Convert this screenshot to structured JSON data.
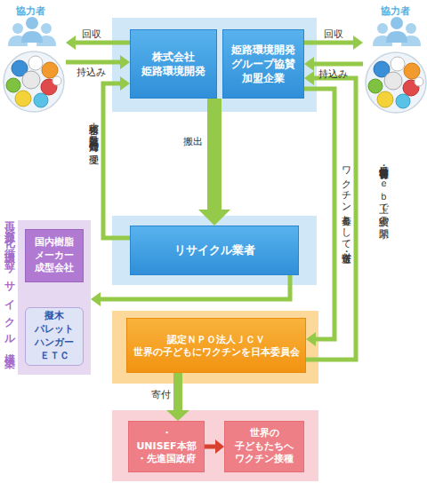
{
  "diagram": {
    "nodes": [
      {
        "text": [
          "協力者"
        ]
      },
      {
        "text": [
          "株式会社 姫路環境開発"
        ]
      },
      {
        "text": [
          "姫路環境開発 グループ協賛 加盟企業"
        ]
      },
      {
        "text": [
          "協力者"
        ]
      },
      {
        "text": [
          "リサイクル業者"
        ]
      },
      {
        "text": [
          "再資源化・循環型リサイクル構築"
        ]
      },
      {
        "text": [
          "国内樹脂 メーカー 成型会社"
        ],
        "in": 5
      },
      {
        "text": [
          "擬木 パレット ハンガー ＥＴＣ"
        ],
        "in": 5
      },
      {
        "text": [
          "認定ＮＰＯ法人ＪＣＶ 世界の子どもにワクチンを日本委員会"
        ]
      },
      {
        "text": [
          "・UNISEF本部 ・先進国政府"
        ]
      },
      {
        "text": [
          "世界の 子どもたちへ ワクチン接種"
        ]
      }
    ],
    "edges": [
      {
        "from": 1,
        "to": 0,
        "label": "回収",
        "arrow": "to"
      },
      {
        "from": 0,
        "to": 1,
        "label": "持込み",
        "arrow": "to"
      },
      {
        "from": 2,
        "to": 3,
        "label": "回収",
        "arrow": "to"
      },
      {
        "from": 3,
        "to": 2,
        "label": "持込み",
        "arrow": "to"
      },
      {
        "from": 1,
        "to": 4,
        "label": "搬出",
        "arrow": "to"
      },
      {
        "from": 4,
        "to": 1,
        "label": "実績報告：数量・対価 売却対価の受理",
        "arrow": "to"
      },
      {
        "from": 4,
        "to": 5,
        "arrow": "to"
      },
      {
        "from": 6,
        "to": 7,
        "arrow": "to"
      },
      {
        "from": 2,
        "to": 8,
        "label": "ワクチン募金として寄付・送金",
        "arrow": "to"
      },
      {
        "from": 8,
        "to": 2,
        "label": "受領書・領収書発行 Ｗｅｂ上で実績の開示",
        "arrow": "to"
      },
      {
        "from": 8,
        "to": 9,
        "label": "寄付",
        "arrow": "to"
      },
      {
        "from": 9,
        "to": 10,
        "arrow": "to"
      }
    ]
  }
}
